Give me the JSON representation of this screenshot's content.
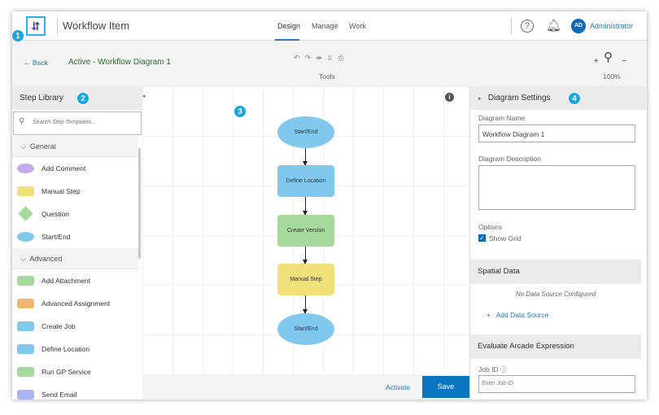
{
  "header": {
    "logo_icon": "workflow-icon",
    "title": "Workflow Item",
    "tabs": [
      {
        "label": "Design",
        "active": true
      },
      {
        "label": "Manage"
      },
      {
        "label": "Work"
      }
    ],
    "help_icon": "help-icon",
    "bell_icon": "bell-icon",
    "avatar_initials": "AD",
    "user": "Administrator"
  },
  "toolbar": {
    "back": "Back",
    "status": "Active - Workflow Diagram 1",
    "tools_label": "Tools",
    "tool_icons": [
      "undo-icon",
      "redo-icon",
      "align-horizontal-icon",
      "align-vertical-icon",
      "print-icon"
    ],
    "zoom_in": "+",
    "zoom_out": "−",
    "zoom": "100%"
  },
  "badges": [
    "1",
    "2",
    "3",
    "4"
  ],
  "step_library": {
    "title": "Step Library",
    "search_placeholder": "Search Step Templates...",
    "groups": [
      {
        "label": "General",
        "items": [
          {
            "label": "Add Comment",
            "color": "#c6a8ec",
            "shape": "ellipse"
          },
          {
            "label": "Manual Step",
            "color": "#f1e07a",
            "shape": "rect"
          },
          {
            "label": "Question",
            "color": "#a5d89a",
            "shape": "diamond"
          },
          {
            "label": "Start/End",
            "color": "#80c8ee",
            "shape": "ellipse"
          }
        ]
      },
      {
        "label": "Advanced",
        "items": [
          {
            "label": "Add Attachment",
            "color": "#a5d89a"
          },
          {
            "label": "Advanced Assignment",
            "color": "#f0b670"
          },
          {
            "label": "Create Job",
            "color": "#80c8ee"
          },
          {
            "label": "Define Location",
            "color": "#80c8ee"
          },
          {
            "label": "Run GP Service",
            "color": "#a5d89a"
          },
          {
            "label": "Send Email",
            "color": "#aab4f0"
          }
        ]
      }
    ]
  },
  "diagram": {
    "nodes": [
      {
        "label": "Start/End",
        "color": "#80c8ee",
        "shape": "ellipse"
      },
      {
        "label": "Define Location",
        "color": "#80c8ee",
        "shape": "rect"
      },
      {
        "label": "Create Version",
        "color": "#a5d89a",
        "shape": "rect"
      },
      {
        "label": "Manual Step",
        "color": "#f1e07a",
        "shape": "rect"
      },
      {
        "label": "Start/End",
        "color": "#80c8ee",
        "shape": "ellipse"
      }
    ]
  },
  "footer": {
    "activate": "Activate",
    "save": "Save"
  },
  "settings": {
    "title": "Diagram Settings",
    "name_label": "Diagram Name",
    "name_value": "Workflow Diagram 1",
    "desc_label": "Diagram Description",
    "desc_value": "",
    "options_label": "Options",
    "show_grid": "Show Grid",
    "show_grid_checked": true,
    "spatial_title": "Spatial Data",
    "no_source": "No Data Source Configured",
    "add_source": "Add Data Source",
    "arcade_title": "Evaluate Arcade Expression",
    "job_id_label": "Job ID",
    "job_id_placeholder": "Enter Job ID"
  }
}
